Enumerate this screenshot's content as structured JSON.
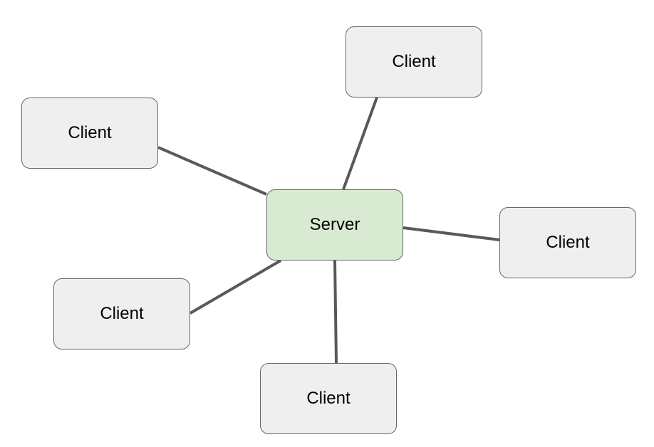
{
  "colors": {
    "server_fill": "#d9ead3",
    "client_fill": "#efefef",
    "connector": "#595959",
    "border": "#666666"
  },
  "server": {
    "label": "Server"
  },
  "clients": [
    {
      "label": "Client"
    },
    {
      "label": "Client"
    },
    {
      "label": "Client"
    },
    {
      "label": "Client"
    },
    {
      "label": "Client"
    }
  ]
}
